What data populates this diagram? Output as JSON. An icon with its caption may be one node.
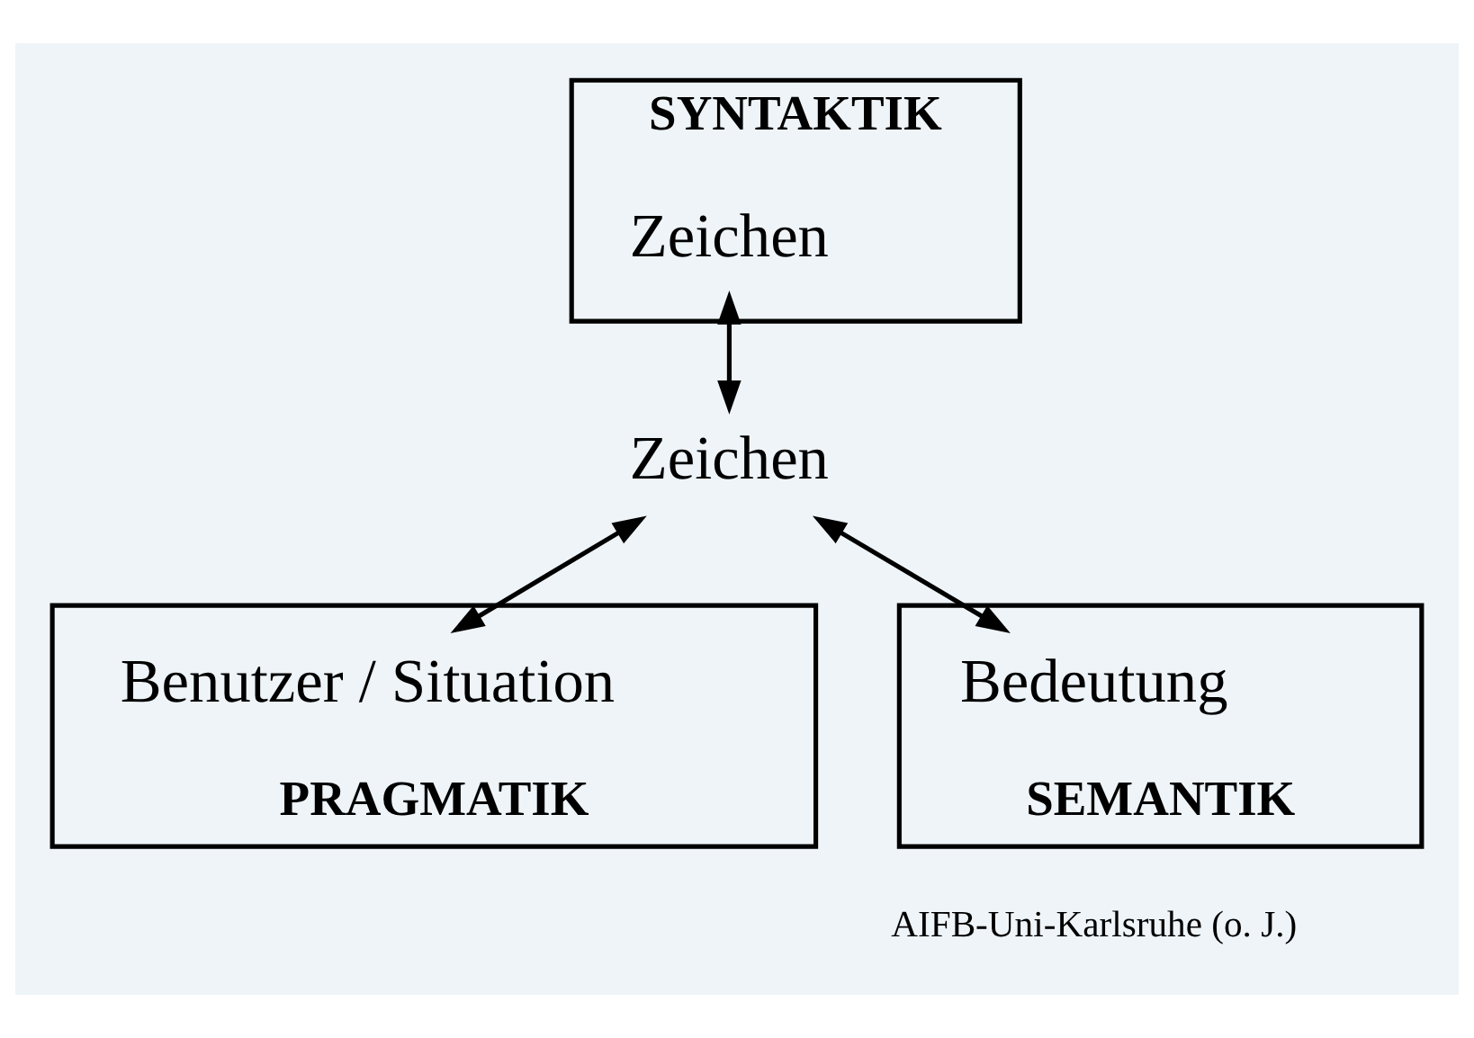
{
  "diagram": {
    "nodes": [
      {
        "text": [
          "SYNTAKTIK"
        ]
      },
      {
        "text": [
          "Zeichen"
        ],
        "in": 0
      },
      {
        "text": [
          "PRAGMATIK"
        ]
      },
      {
        "text": [
          "Zeichen"
        ]
      },
      {
        "text": [
          "Benutzer / Situation"
        ],
        "in": 2
      },
      {
        "text": [
          "SEMANTIK"
        ]
      },
      {
        "text": [
          "Bedeutung"
        ],
        "in": 5
      }
    ],
    "edges": [
      {
        "from": 1,
        "to": 3,
        "arrow": "both"
      },
      {
        "from": 3,
        "to": 4,
        "arrow": "both"
      },
      {
        "from": 3,
        "to": 6,
        "arrow": "both"
      }
    ],
    "labels": [
      "AIFB-Uni-Karlsruhe (o. J.)"
    ]
  }
}
